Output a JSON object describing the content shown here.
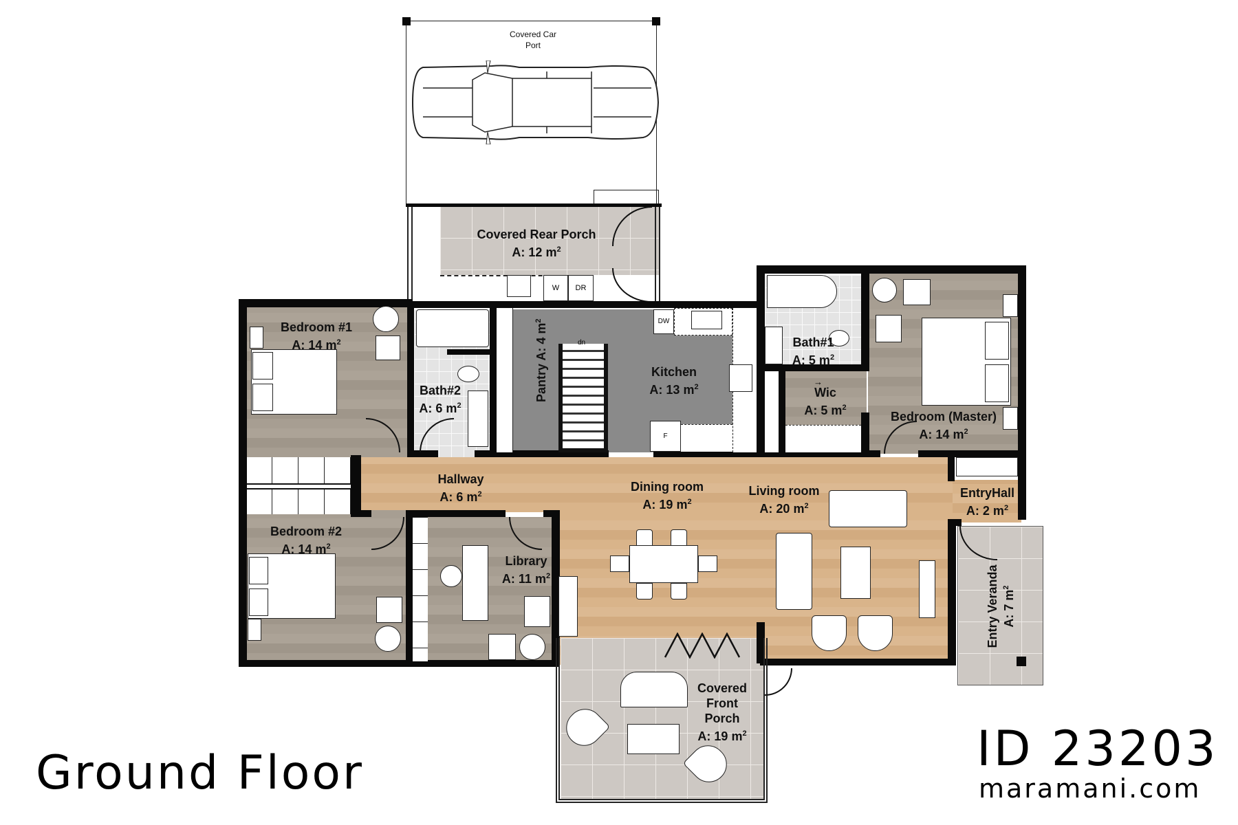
{
  "plan": {
    "title": "Ground Floor",
    "id_label": "ID 23203",
    "website": "maramani.com"
  },
  "rooms": {
    "car_port": {
      "name_line1": "Covered Car",
      "name_line2": "Port"
    },
    "rear_porch": {
      "name": "Covered Rear  Porch",
      "area": "A: 12 m",
      "unit_sup": "2"
    },
    "bedroom1": {
      "name": "Bedroom #1",
      "area": "A: 14 m",
      "unit_sup": "2"
    },
    "bath2": {
      "name": "Bath#2",
      "area": "A: 6 m",
      "unit_sup": "2"
    },
    "pantry": {
      "name": "Pantry",
      "area": "A: 4 m",
      "unit_sup": "2"
    },
    "kitchen": {
      "name": "Kitchen",
      "area": "A: 13 m",
      "unit_sup": "2"
    },
    "bath1": {
      "name": "Bath#1",
      "area": "A: 5 m",
      "unit_sup": "2"
    },
    "wic": {
      "name": "Wic",
      "area": "A: 5 m",
      "unit_sup": "2"
    },
    "master": {
      "name": "Bedroom (Master)",
      "area": "A: 14 m",
      "unit_sup": "2"
    },
    "hallway": {
      "name": "Hallway",
      "area": "A: 6 m",
      "unit_sup": "2"
    },
    "dining": {
      "name": "Dining room",
      "area": "A: 19 m",
      "unit_sup": "2"
    },
    "living": {
      "name": "Living room",
      "area": "A: 20 m",
      "unit_sup": "2"
    },
    "entry_hall": {
      "name": "EntryHall",
      "area": "A: 2 m",
      "unit_sup": "2"
    },
    "bedroom2": {
      "name": "Bedroom #2",
      "area": "A: 14 m",
      "unit_sup": "2"
    },
    "library": {
      "name": "Library",
      "area": "A: 11 m",
      "unit_sup": "2"
    },
    "entry_veranda": {
      "name": "Entry Veranda",
      "area": "A: 7 m",
      "unit_sup": "2"
    },
    "front_porch": {
      "name_line1": "Covered",
      "name_line2": "Front",
      "name_line3": "Porch",
      "area": "A: 19 m",
      "unit_sup": "2"
    }
  },
  "appliances": {
    "washer": "W",
    "dryer": "DR",
    "dishwasher": "DW",
    "fridge": "F",
    "stairs_dn": "dn",
    "wic_arrow": "→"
  }
}
